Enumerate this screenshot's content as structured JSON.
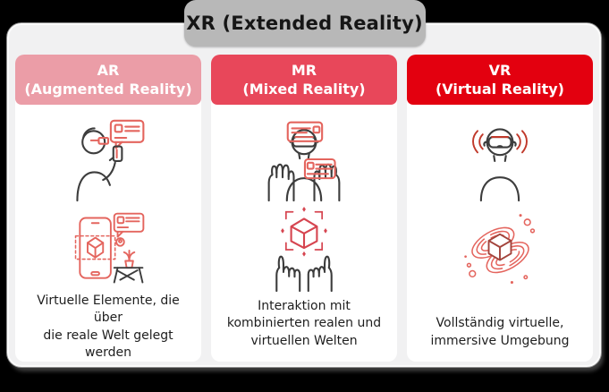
{
  "title": "XR (Extended Reality)",
  "colors": {
    "canvas_background": "#000000",
    "panel_background": "#f1f1f2",
    "title_box_background": "#b8b8b8",
    "title_text": "#161616",
    "card_background": "#ffffff",
    "header_text": "#ffffff",
    "description_text": "#1e1e1e",
    "illustration_line": "#3d3d3d",
    "illustration_accent": "#e4655e",
    "ar_header": "#eb9da7",
    "mr_header": "#e8475a",
    "vr_header": "#e3000f"
  },
  "columns": [
    {
      "id": "ar",
      "abbr": "AR",
      "name": "(Augmented Reality)",
      "header_color": "#eb9da7",
      "illustrations": [
        "person-wearing-ar-glasses-with-phone-and-popup",
        "smartphone-showing-ar-cube-over-real-scene"
      ],
      "description": "Virtuelle Elemente, die über\ndie reale Welt gelegt\nwerden"
    },
    {
      "id": "mr",
      "abbr": "MR",
      "name": "(Mixed Reality)",
      "header_color": "#e8475a",
      "illustrations": [
        "person-with-headset-and-floating-panels",
        "hands-interacting-with-holographic-cube"
      ],
      "description": "Interaktion mit\nkombinierten realen und\nvirtuellen Welten"
    },
    {
      "id": "vr",
      "abbr": "VR",
      "name": "(Virtual Reality)",
      "header_color": "#e3000f",
      "illustrations": [
        "person-wearing-vr-headset-with-immersion-waves",
        "cube-in-immersive-virtual-space"
      ],
      "description": "Vollständig virtuelle,\nimmersive Umgebung"
    }
  ]
}
